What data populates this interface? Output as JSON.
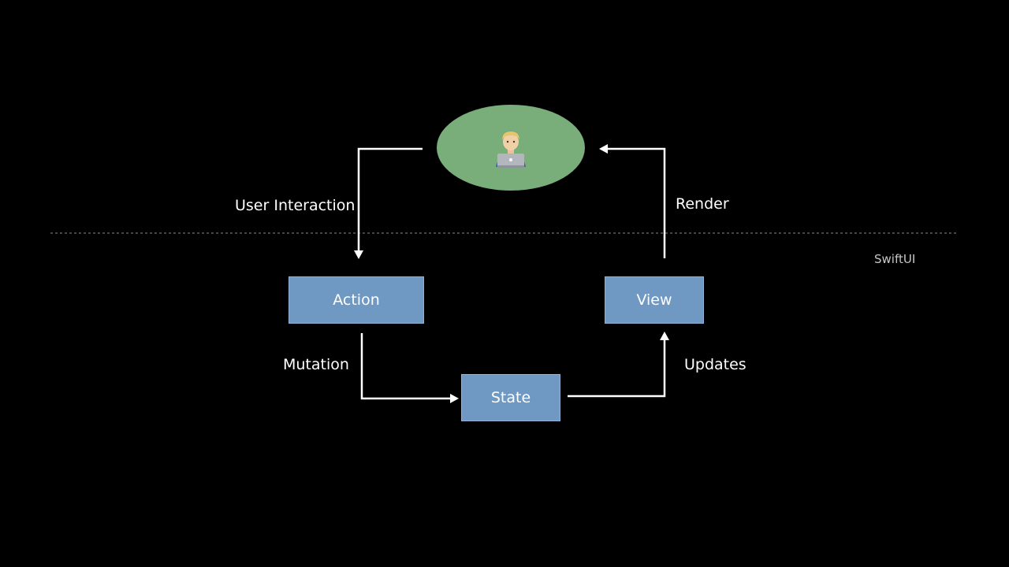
{
  "diagram": {
    "framework_label": "SwiftUI",
    "nodes": {
      "user": {
        "icon": "technologist-with-laptop-icon"
      },
      "action": {
        "label": "Action"
      },
      "view": {
        "label": "View"
      },
      "state": {
        "label": "State"
      }
    },
    "edges": {
      "user_interaction": "User Interaction",
      "render": "Render",
      "mutation": "Mutation",
      "updates": "Updates"
    }
  },
  "colors": {
    "background": "#000000",
    "box_fill": "#6f98c3",
    "user_fill": "#79ad7a",
    "arrow": "#ffffff",
    "divider": "#8a8a8a",
    "text": "#ffffff"
  }
}
